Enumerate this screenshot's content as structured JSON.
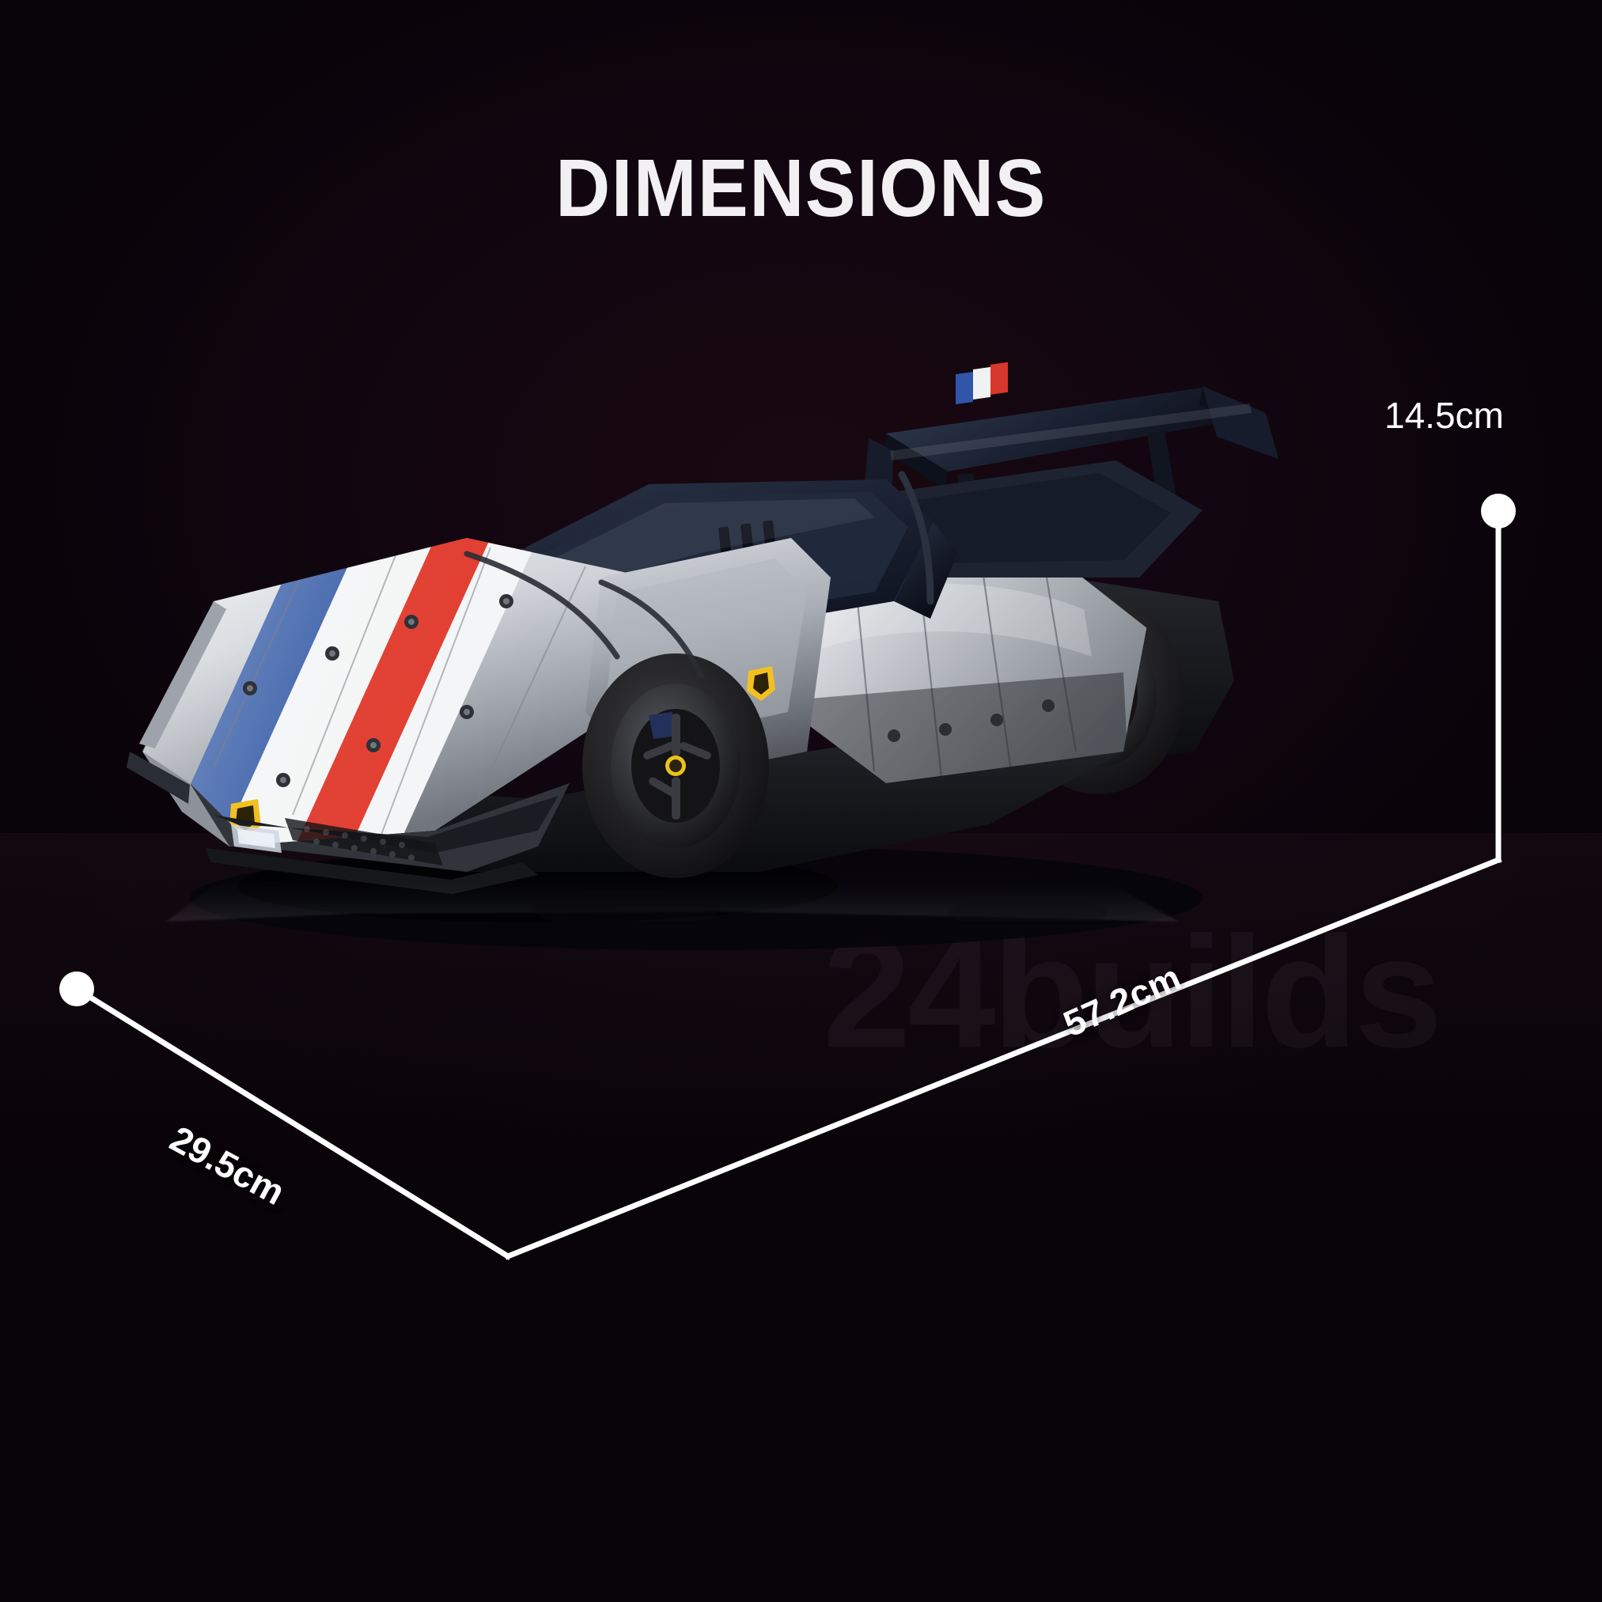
{
  "page": {
    "title": "DIMENSIONS",
    "background_color": "#0a040a",
    "accent_color": "#ffffff"
  },
  "watermark": {
    "text": "24builds"
  },
  "dimensions": {
    "height": {
      "label": "14.5cm",
      "value": 14.5,
      "unit": "cm",
      "axis": "height"
    },
    "length": {
      "label": "57.2cm",
      "value": 57.2,
      "unit": "cm",
      "axis": "length"
    },
    "width": {
      "label": "29.5cm",
      "value": 29.5,
      "unit": "cm",
      "axis": "width"
    }
  },
  "product": {
    "type": "building-block-supercar-model",
    "body_color": "#c9ccd1",
    "roof_color": "#1b2233",
    "interior_color": "#c9925c",
    "wheel_color": "#1a1a1c",
    "stripe_colors": [
      "#3a5fa8",
      "#f2f2f2",
      "#e0382a"
    ],
    "badge_color": "#f2c020"
  }
}
